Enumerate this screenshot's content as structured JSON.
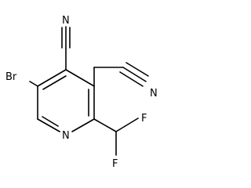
{
  "molecule": {
    "atoms": {
      "br": "Br",
      "n_nitrile_top": "N",
      "n_nitrile_right": "N",
      "n_ring": "N",
      "f_top": "F",
      "f_bottom": "F"
    },
    "colors": {
      "bond": "#000000",
      "label": "#000000",
      "background": "#ffffff"
    }
  }
}
